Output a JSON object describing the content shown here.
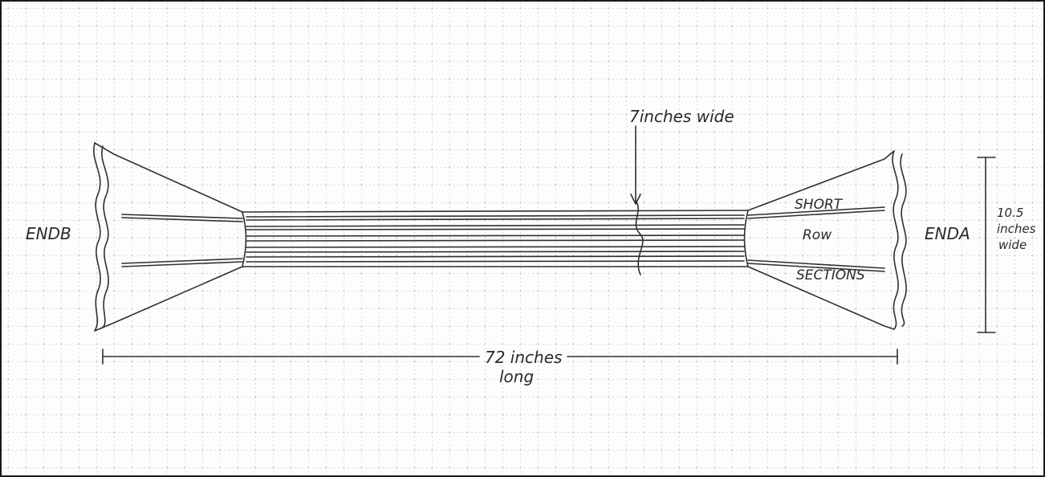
{
  "labels": {
    "end_b": "ENDB",
    "end_a": "ENDA",
    "center_width": "7inches wide",
    "short": "SHORT",
    "row": "Row",
    "sections": "SECTIONS",
    "overall_length_1": "72 inches",
    "overall_length_2": "long",
    "end_width_1": "10.5",
    "end_width_2": "inches",
    "end_width_3": "wide"
  }
}
